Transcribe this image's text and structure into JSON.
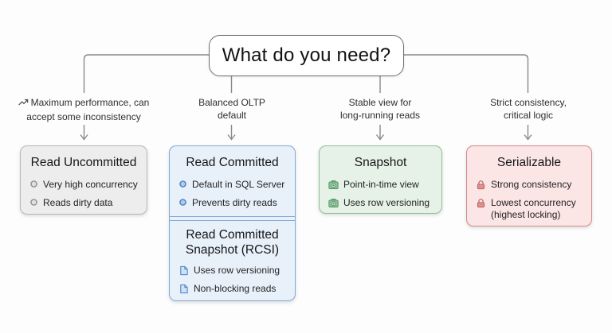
{
  "title": "What do you need?",
  "colors": {
    "connector": "#8a8a8a",
    "gray_card_bg": "#ededee",
    "gray_card_border": "#b6b6bb",
    "blue_card_bg": "#e8f0fa",
    "blue_card_border": "#82a9d6",
    "green_card_bg": "#e6f2e7",
    "green_card_border": "#8fbf98",
    "red_card_bg": "#fbe5e5",
    "red_card_border": "#d28b8b"
  },
  "branches": [
    {
      "label": {
        "icon": "trending-up-icon",
        "line1": "Maximum performance, can",
        "line2": "accept some inconsistency"
      },
      "card": {
        "title": "Read Uncommitted",
        "bullet_icon": "ring-icon",
        "items": [
          "Very high concurrency",
          "Reads dirty data"
        ]
      }
    },
    {
      "label": {
        "line1": "Balanced OLTP",
        "line2": "default"
      },
      "card": {
        "sections": [
          {
            "title": "Read Committed",
            "bullet_icon": "dot-icon",
            "items": [
              "Default in SQL Server",
              "Prevents dirty reads"
            ]
          },
          {
            "title": "Read Committed Snapshot (RCSI)",
            "bullet_icon": "document-icon",
            "items": [
              "Uses row versioning",
              "Non-blocking reads"
            ]
          }
        ]
      }
    },
    {
      "label": {
        "line1": "Stable view for",
        "line2": "long-running reads"
      },
      "card": {
        "title": "Snapshot",
        "bullet_icon": "camera-icon",
        "items": [
          "Point-in-time view",
          "Uses row versioning"
        ]
      }
    },
    {
      "label": {
        "line1": "Strict consistency,",
        "line2": "critical logic"
      },
      "card": {
        "title": "Serializable",
        "bullet_icon": "lock-icon",
        "items": [
          "Strong consistency",
          "Lowest concurrency (highest locking)"
        ]
      }
    }
  ]
}
